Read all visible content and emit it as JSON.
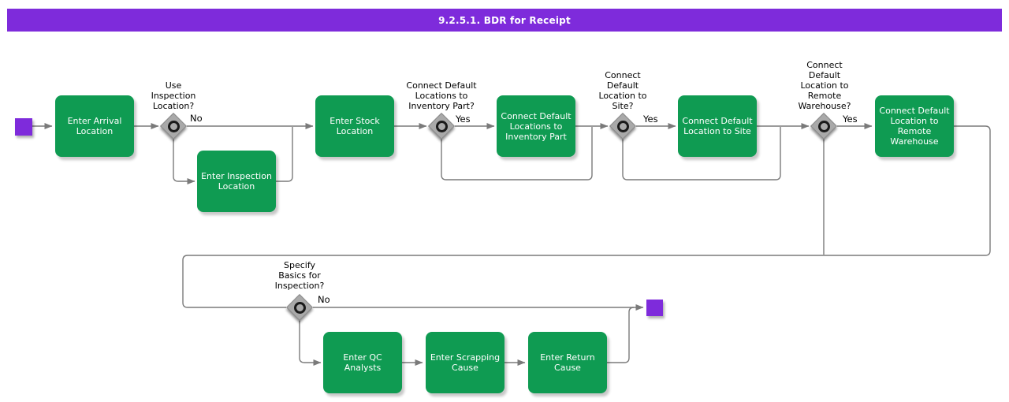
{
  "title": "9.2.5.1. BDR for Receipt",
  "colors": {
    "purple": "#7E2BDB",
    "green": "#0F9B52",
    "line": "#7A7A7A",
    "gateway_fill": "#A9A9A9",
    "gateway_border": "#8A8A8A",
    "gateway_ring": "#1A1A1A",
    "label_text": "#000000",
    "activity_text": "#FFFFFF",
    "background": "#FFFFFF"
  },
  "activities": {
    "arrival": {
      "label": "Enter Arrival\nLocation"
    },
    "inspection": {
      "label": "Enter Inspection\nLocation"
    },
    "stock": {
      "label": "Enter Stock\nLocation"
    },
    "connect_inventory": {
      "label": "Connect Default\nLocations to\nInventory Part"
    },
    "connect_site": {
      "label": "Connect Default\nLocation to Site"
    },
    "connect_remote": {
      "label": "Connect Default\nLocation to\nRemote\nWarehouse"
    },
    "qc": {
      "label": "Enter QC\nAnalysts"
    },
    "scrapping": {
      "label": "Enter Scrapping\nCause"
    },
    "return_cause": {
      "label": "Enter Return\nCause"
    }
  },
  "gateways": {
    "use_inspection": {
      "question": "Use\nInspection\nLocation?",
      "branch": "No"
    },
    "inventory": {
      "question": "Connect Default\nLocations to\nInventory Part?",
      "branch": "Yes"
    },
    "site": {
      "question": "Connect\nDefault\nLocation to\nSite?",
      "branch": "Yes"
    },
    "remote": {
      "question": "Connect\nDefault\nLocation to\nRemote\nWarehouse?",
      "branch": "Yes"
    },
    "specify_basics": {
      "question": "Specify\nBasics for\nInspection?",
      "branch": "No"
    }
  }
}
